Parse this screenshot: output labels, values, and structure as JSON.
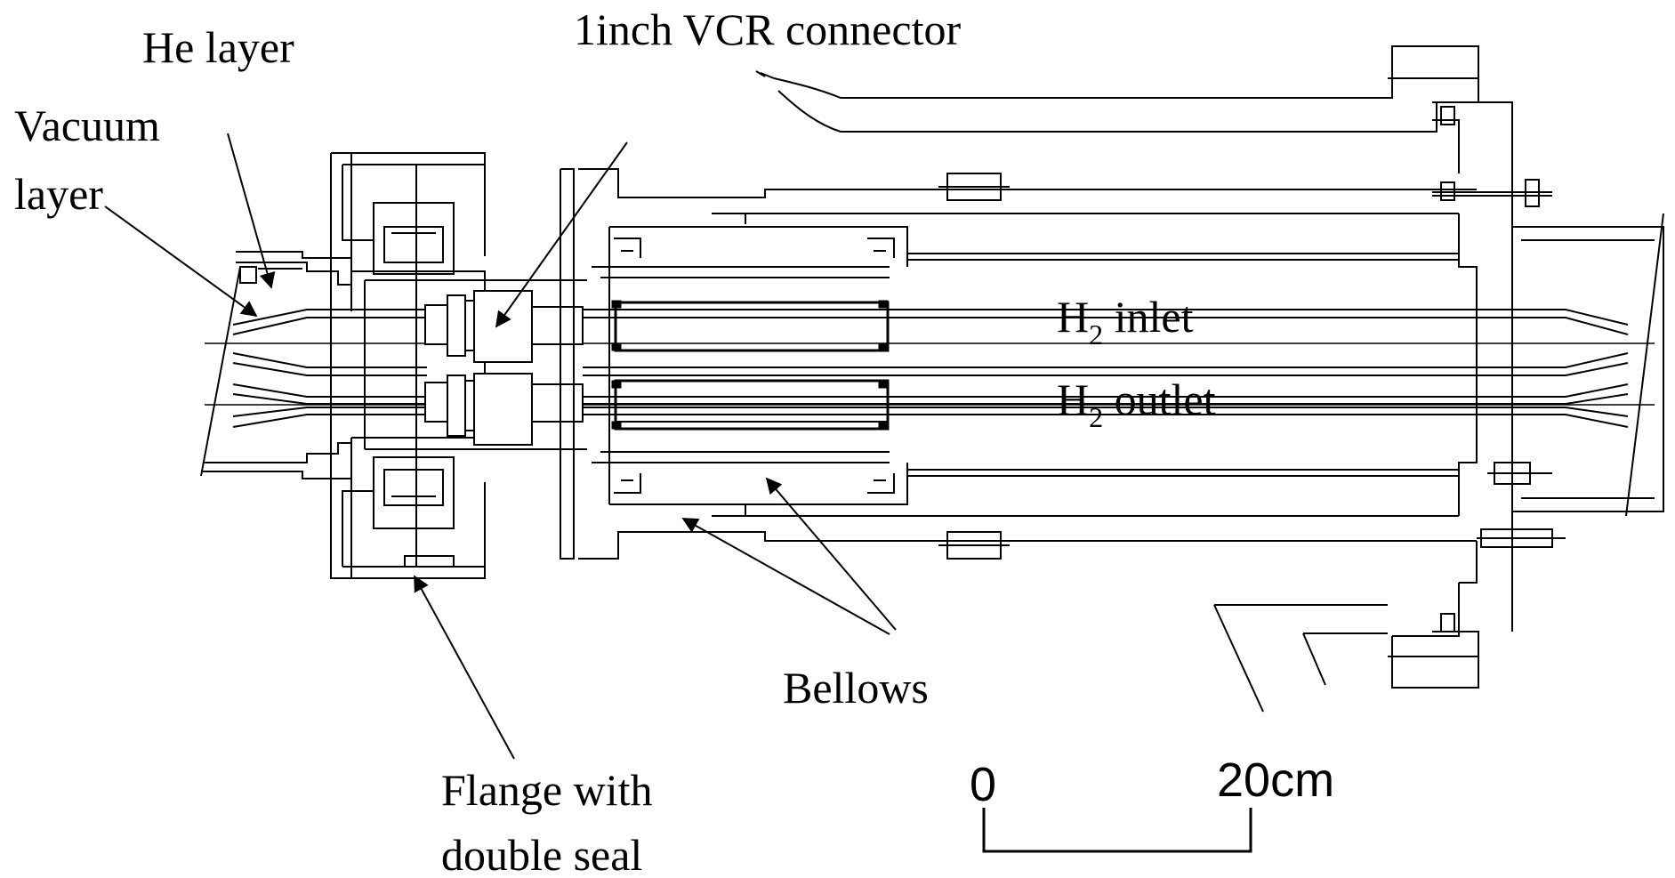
{
  "labels": {
    "he_layer": "He layer",
    "vacuum_layer_line1": "Vacuum",
    "vacuum_layer_line2": "layer",
    "vcr_connector": "1inch VCR connector",
    "h2_inlet_h": "H",
    "h2_inlet_sub": "2",
    "h2_inlet_rest": " inlet",
    "h2_outlet_h": "H",
    "h2_outlet_sub": "2",
    "h2_outlet_rest": " outlet",
    "bellows": "Bellows",
    "flange_line1": "Flange with",
    "flange_line2": "double seal"
  },
  "scale_bar": {
    "start_label": "0",
    "end_label": "20cm"
  },
  "colors": {
    "ink": "#000000",
    "background": "#ffffff"
  }
}
